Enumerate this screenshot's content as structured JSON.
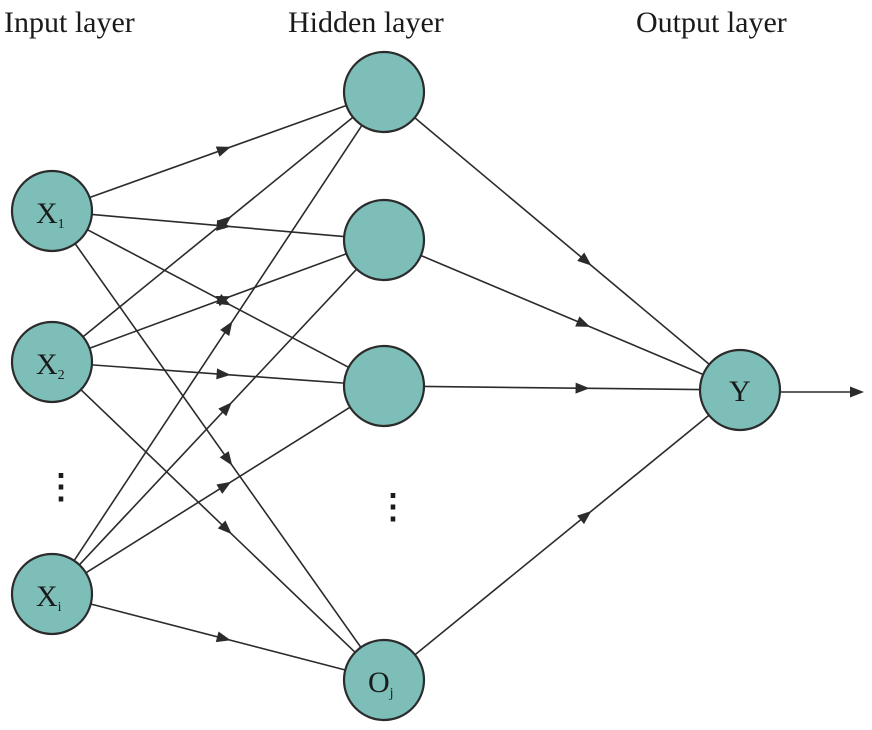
{
  "layers": {
    "input_title": "Input layer",
    "hidden_title": "Hidden layer",
    "output_title": "Output layer"
  },
  "nodes": {
    "x1": {
      "main": "X",
      "sub": "1"
    },
    "x2": {
      "main": "X",
      "sub": "2"
    },
    "xi": {
      "main": "X",
      "sub": "i"
    },
    "h1": {
      "main": "",
      "sub": ""
    },
    "h2": {
      "main": "",
      "sub": ""
    },
    "h3": {
      "main": "",
      "sub": ""
    },
    "oj": {
      "main": "O",
      "sub": "j"
    },
    "y": {
      "main": "Y",
      "sub": ""
    }
  },
  "ellipsis": "⋮",
  "colors": {
    "node_fill": "#7dbfb8",
    "stroke": "#2b2b2b"
  }
}
